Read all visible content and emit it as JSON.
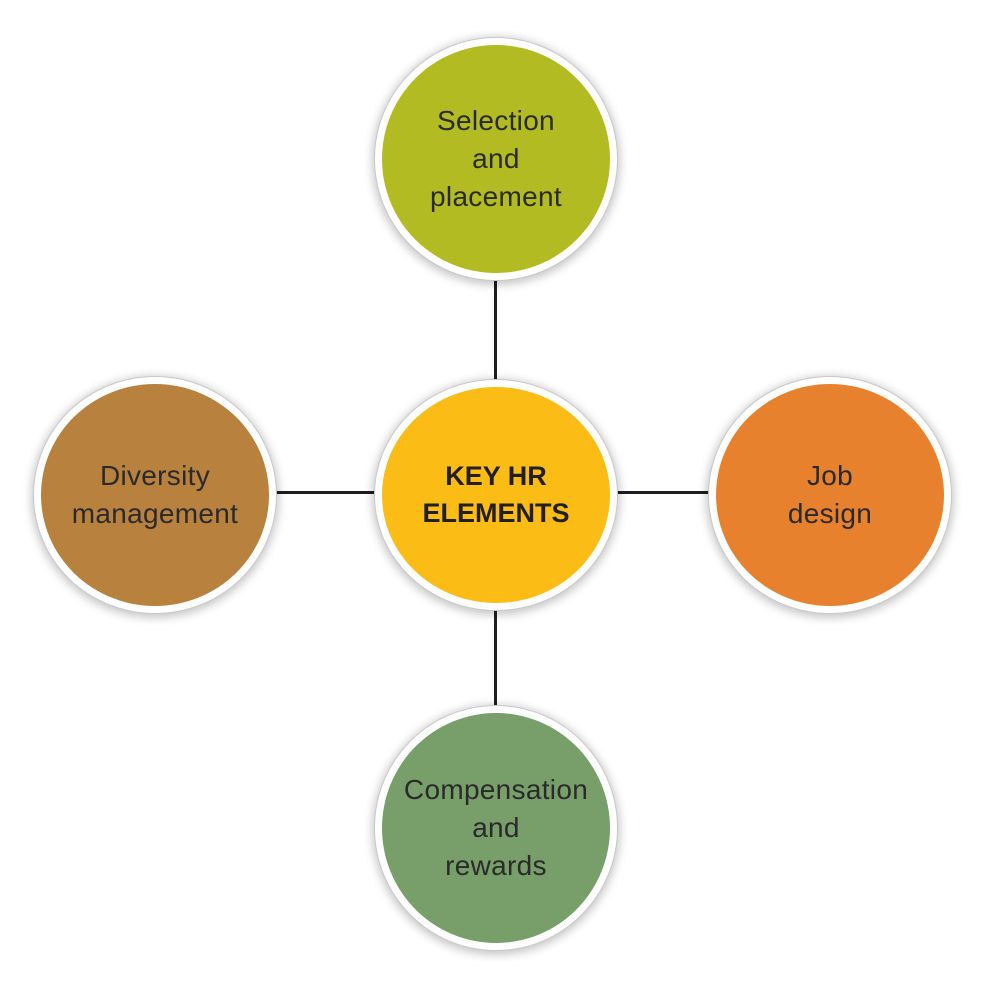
{
  "diagram": {
    "center": {
      "label": "KEY HR\nELEMENTS",
      "color": "#fbbc16"
    },
    "nodes": {
      "top": {
        "label": "Selection\nand\nplacement",
        "color": "#b2bb22"
      },
      "left": {
        "label": "Diversity\nmanagement",
        "color": "#b8813e"
      },
      "right": {
        "label": "Job\ndesign",
        "color": "#e8812d"
      },
      "bottom": {
        "label": "Compensation\nand\nrewards",
        "color": "#789e69"
      }
    },
    "connector_color": "#1e1e1e"
  }
}
